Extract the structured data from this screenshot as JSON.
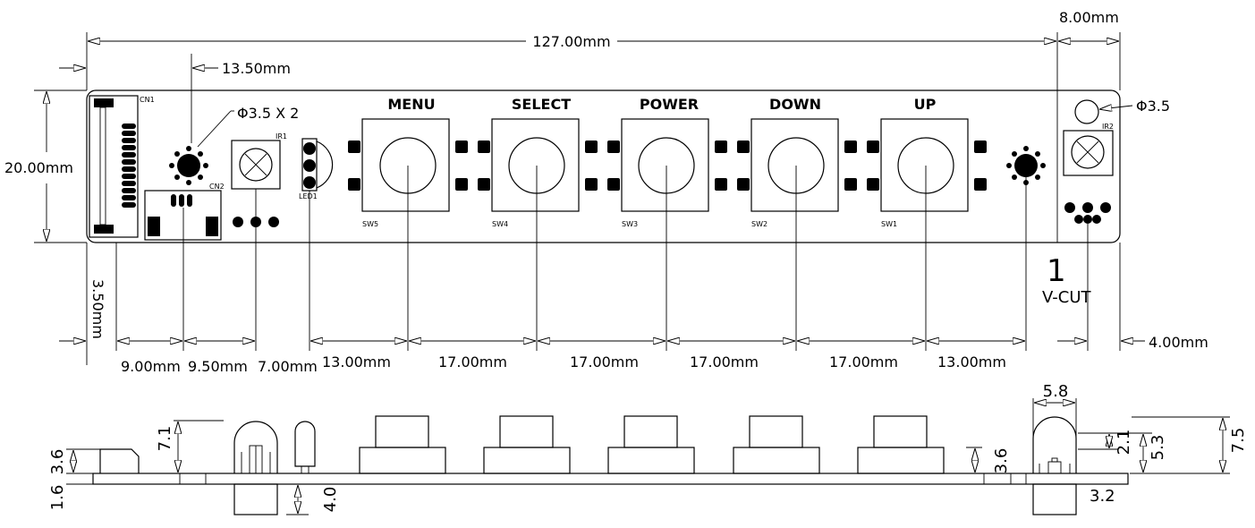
{
  "top_view": {
    "overall_length": "127.00mm",
    "right_tab_width": "8.00mm",
    "cn_offset": "13.50mm",
    "height": "20.00mm",
    "hole_pair": "Φ3.5 X 2",
    "hole_right": "Φ3.5",
    "bottom_margin": "3.50mm",
    "right_margin": "4.00mm",
    "v_cut_mark": "1",
    "v_cut": "V-CUT",
    "buttons": [
      {
        "label": "MENU",
        "ref": "SW5"
      },
      {
        "label": "SELECT",
        "ref": "SW4"
      },
      {
        "label": "POWER",
        "ref": "SW3"
      },
      {
        "label": "DOWN",
        "ref": "SW2"
      },
      {
        "label": "UP",
        "ref": "SW1"
      }
    ],
    "ref_cn1": "CN1",
    "ref_cn2": "CN2",
    "ref_ir1": "IR1",
    "ref_ir2": "IR2",
    "ref_led1": "LED1",
    "spacings": [
      "9.00mm",
      "9.50mm",
      "7.00mm",
      "13.00mm",
      "17.00mm",
      "17.00mm",
      "17.00mm",
      "17.00mm",
      "13.00mm"
    ]
  },
  "side_view": {
    "conn_height": "3.6",
    "pcb_thickness": "1.6",
    "ir_height": "7.1",
    "ir_below": "4.0",
    "btn_height": "3.6",
    "rx_width": "5.8",
    "rx_lens": "2.1",
    "rx_body": "5.3",
    "rx_total": "7.5",
    "rx_below": "3.2"
  }
}
